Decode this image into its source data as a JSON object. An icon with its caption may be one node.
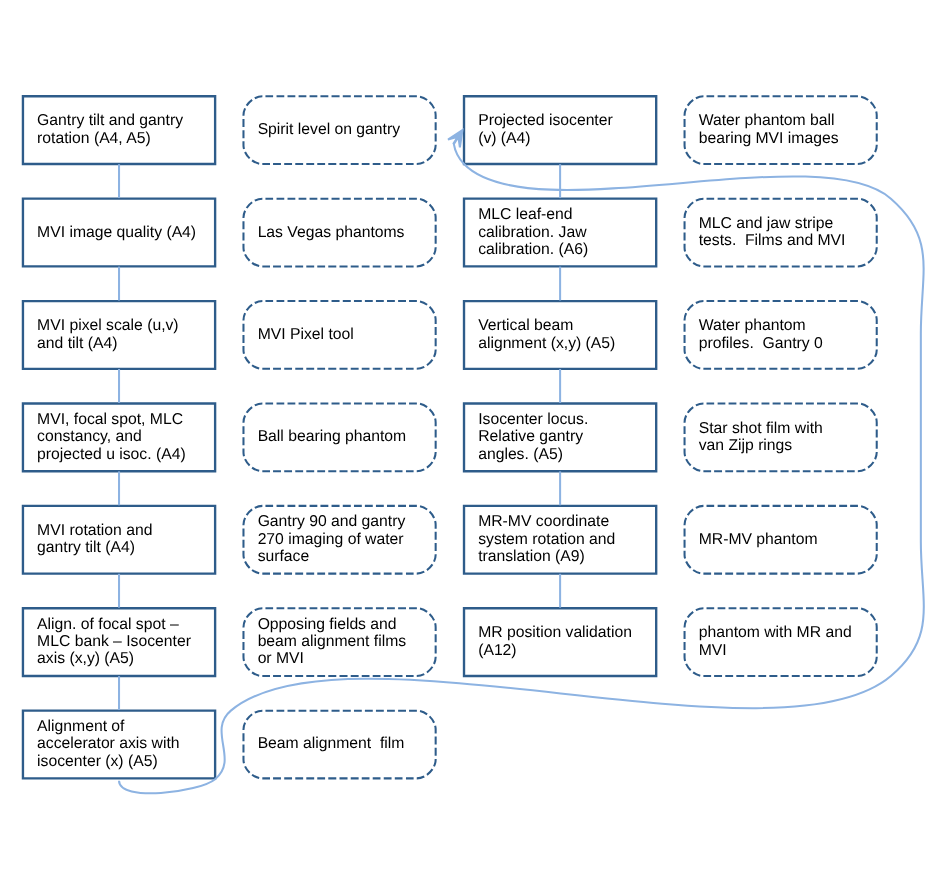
{
  "diagram": {
    "nodes": [
      {
        "text": [
          "Gantry tilt and gantry rotation (A4, A5)"
        ]
      },
      {
        "text": [
          "Spirit level on gantry"
        ]
      },
      {
        "text": [
          "MVI image quality (A4)"
        ]
      },
      {
        "text": [
          "Las Vegas phantoms"
        ]
      },
      {
        "text": [
          "MVI pixel scale (u,v) and tilt (A4)"
        ]
      },
      {
        "text": [
          "MVI Pixel tool"
        ]
      },
      {
        "text": [
          "MVI, focal spot, MLC constancy, and projected u isoc. (A4)"
        ]
      },
      {
        "text": [
          "Ball bearing phantom"
        ]
      },
      {
        "text": [
          "MVI rotation and gantry tilt (A4)"
        ]
      },
      {
        "text": [
          "Gantry 90 and gantry 270 imaging of water surface"
        ]
      },
      {
        "text": [
          "Align. of focal spot – MLC bank – Isocenter axis (x,y) (A5)"
        ]
      },
      {
        "text": [
          "Opposing fields and beam alignment films or MVI"
        ]
      },
      {
        "text": [
          "Alignment of accelerator axis with isocenter (x) (A5)"
        ]
      },
      {
        "text": [
          "Beam alignment  film"
        ]
      },
      {
        "text": [
          "Projected isocenter (v) (A4)"
        ]
      },
      {
        "text": [
          "Water phantom ball bearing MVI images"
        ]
      },
      {
        "text": [
          "MLC leaf-end calibration. Jaw calibration. (A6)"
        ]
      },
      {
        "text": [
          "MLC and jaw stripe tests.  Films and MVI"
        ]
      },
      {
        "text": [
          "Vertical beam alignment (x,y) (A5)"
        ]
      },
      {
        "text": [
          "Water phantom profiles.  Gantry 0"
        ]
      },
      {
        "text": [
          "Isocenter locus. Relative gantry angles. (A5)"
        ]
      },
      {
        "text": [
          "Star shot film with van Zijp rings"
        ]
      },
      {
        "text": [
          "MR-MV coordinate system rotation and translation (A9)"
        ]
      },
      {
        "text": [
          "MR-MV phantom"
        ]
      },
      {
        "text": [
          "MR position validation (A12)"
        ]
      },
      {
        "text": [
          "phantom with MR and MVI"
        ]
      }
    ],
    "edges": [
      {
        "from": 0,
        "to": 2,
        "arrow": "none"
      },
      {
        "from": 2,
        "to": 4,
        "arrow": "none"
      },
      {
        "from": 4,
        "to": 6,
        "arrow": "none"
      },
      {
        "from": 6,
        "to": 8,
        "arrow": "none"
      },
      {
        "from": 8,
        "to": 10,
        "arrow": "none"
      },
      {
        "from": 10,
        "to": 12,
        "arrow": "none"
      },
      {
        "from": 12,
        "to": 14,
        "arrow": "to"
      },
      {
        "from": 14,
        "to": 16,
        "arrow": "none"
      },
      {
        "from": 16,
        "to": 18,
        "arrow": "none"
      },
      {
        "from": 18,
        "to": 20,
        "arrow": "none"
      },
      {
        "from": 20,
        "to": 22,
        "arrow": "none"
      },
      {
        "from": 22,
        "to": 24,
        "arrow": "none"
      }
    ]
  }
}
